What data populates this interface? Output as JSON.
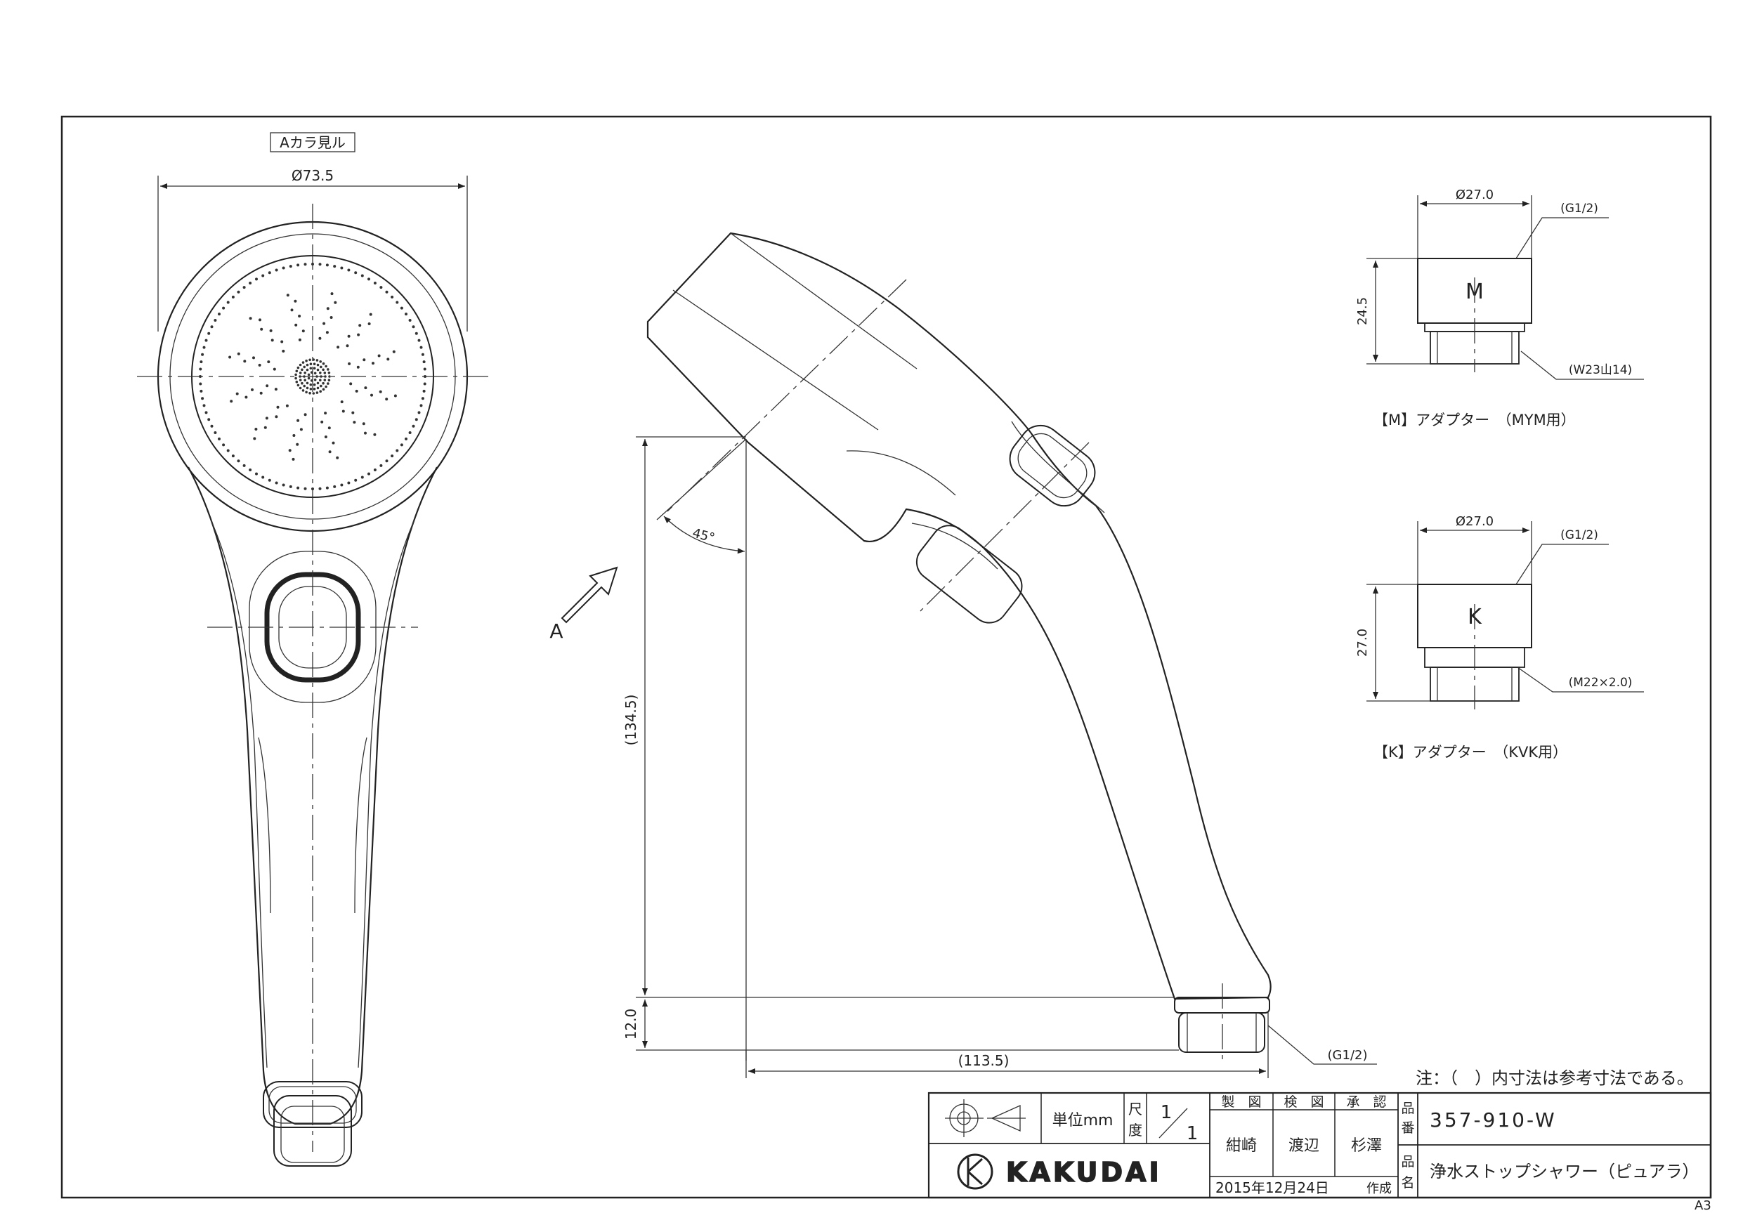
{
  "front_view": {
    "view_label": "Aカラ見ル",
    "dim_diameter": "Ø73.5"
  },
  "side_view": {
    "arrow_label": "A",
    "angle": "45°",
    "dim_height": "(134.5)",
    "dim_bottom": "12.0",
    "dim_width": "(113.5)",
    "thread_label": "(G1/2)"
  },
  "adapter_m": {
    "letter": "M",
    "dim_diameter": "Ø27.0",
    "dim_height": "24.5",
    "thread_top": "(G1/2)",
    "thread_bottom": "(W23山14)",
    "caption": "【M】アダプター　（MYM用）"
  },
  "adapter_k": {
    "letter": "K",
    "dim_diameter": "Ø27.0",
    "dim_height": "27.0",
    "thread_top": "(G1/2)",
    "thread_bottom": "(M22×2.0)",
    "caption": "【K】アダプター　（KVK用）"
  },
  "note": "注：（　）内寸法は参考寸法である。",
  "title_block": {
    "unit_label": "単位mm",
    "scale_label": [
      "尺",
      "度"
    ],
    "scale_num": "1",
    "scale_den": "1",
    "header_made": "製　図",
    "header_check": "検　図",
    "header_approve": "承　認",
    "name_made": "紺崎",
    "name_check": "渡辺",
    "name_approve": "杉澤",
    "part_no_label": [
      "品",
      "番"
    ],
    "part_no": "357-910-W",
    "part_name_label": [
      "品",
      "名"
    ],
    "part_name": "浄水ストップシャワー（ピュアラ）",
    "company": "KAKUDAI",
    "date": "2015年12月24日",
    "created": "作成"
  },
  "sheet_size": "A3"
}
